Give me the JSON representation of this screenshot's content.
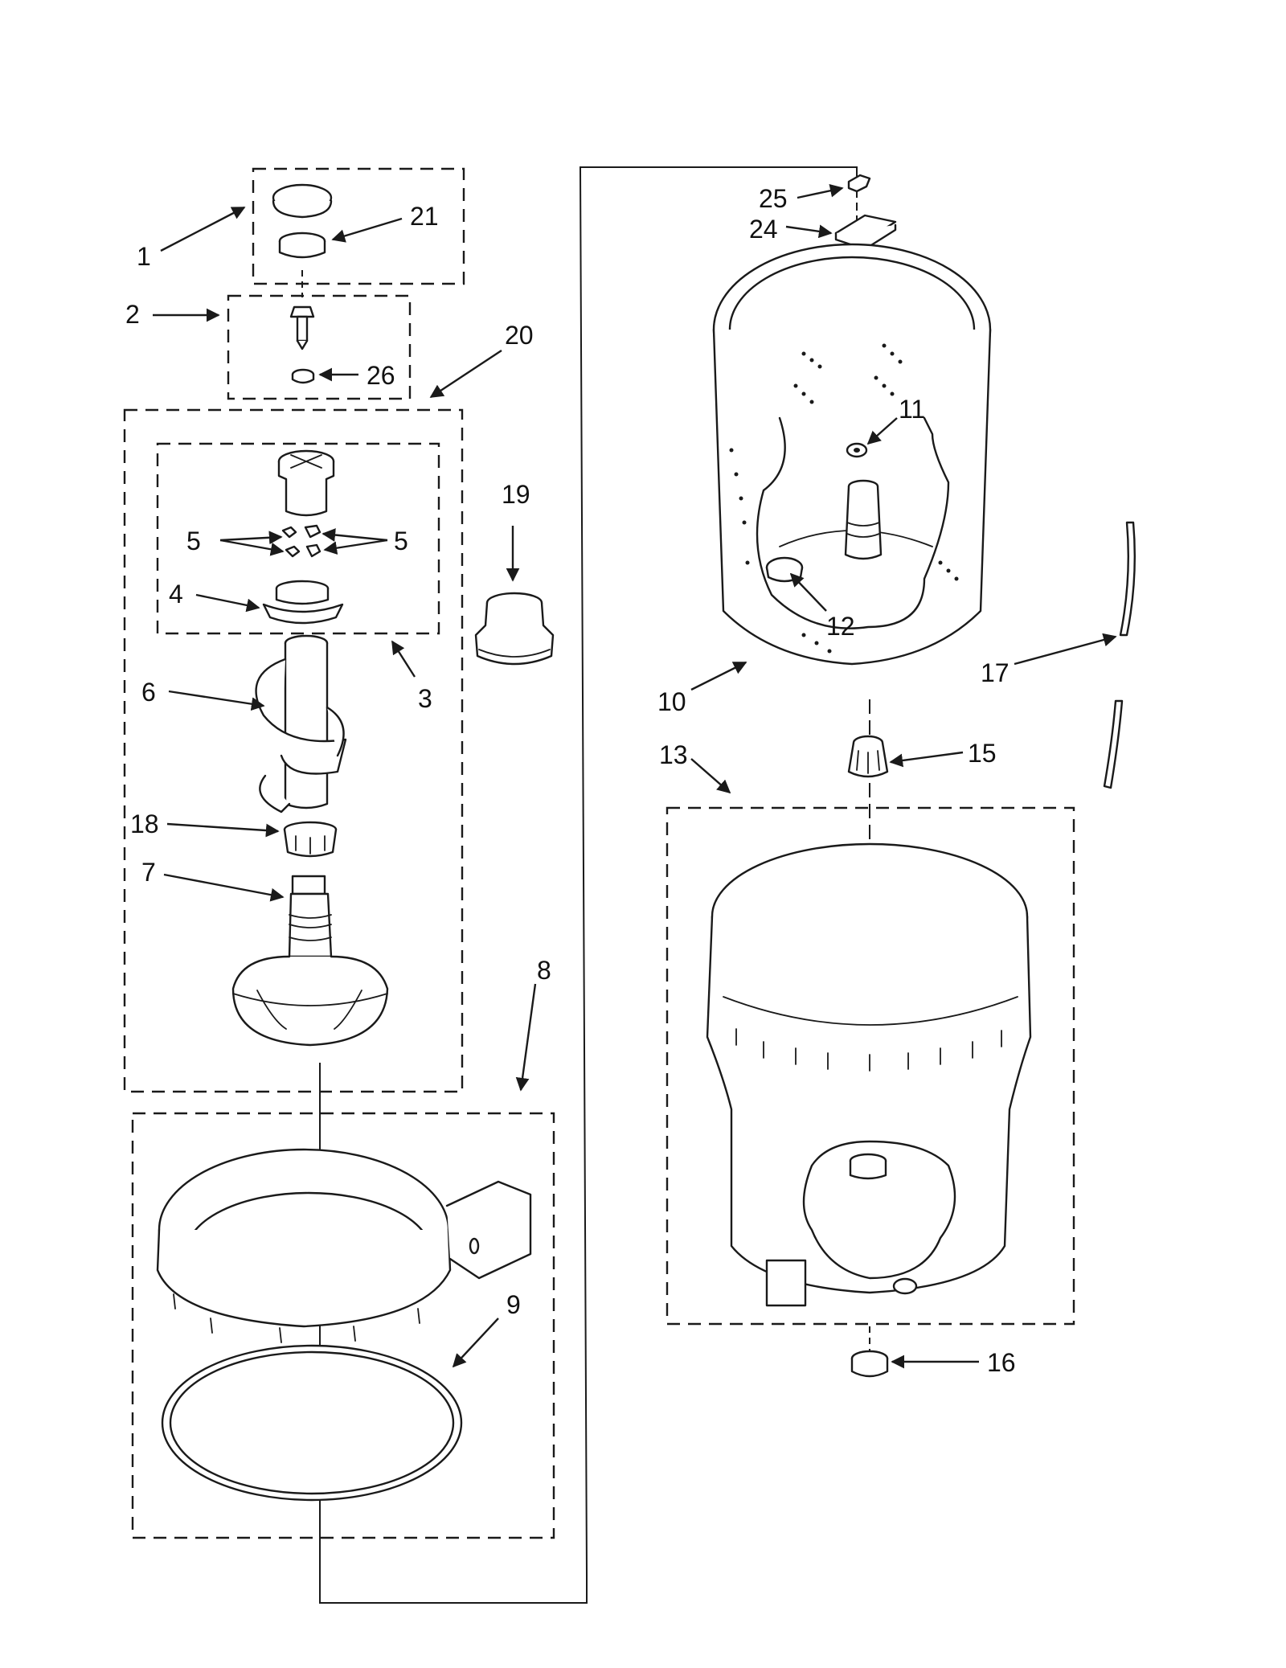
{
  "diagram": {
    "callouts": {
      "c1": "1",
      "c2": "2",
      "c3": "3",
      "c4": "4",
      "c5a": "5",
      "c5b": "5",
      "c6": "6",
      "c7": "7",
      "c8": "8",
      "c9": "9",
      "c10": "10",
      "c11": "11",
      "c12": "12",
      "c13": "13",
      "c15": "15",
      "c16": "16",
      "c17": "17",
      "c18": "18",
      "c19": "19",
      "c20": "20",
      "c21": "21",
      "c24": "24",
      "c25": "25",
      "c26": "26"
    },
    "colors": {
      "line": "#1a1a1a",
      "background": "#ffffff"
    }
  }
}
